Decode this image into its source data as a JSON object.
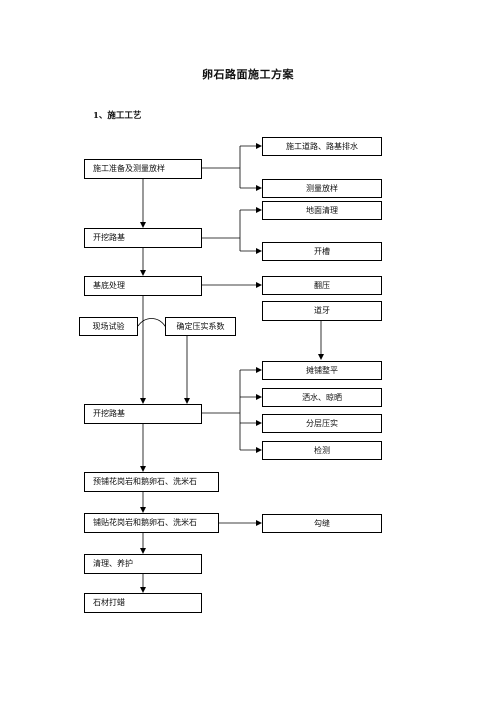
{
  "title": "卵石路面施工方案",
  "section": "1、施工工艺",
  "left_column": {
    "prep": "施工准备及测量放样",
    "excavate1": "开挖路基",
    "base": "基底处理",
    "site_test": "现场试验",
    "coef": "确定压实系数",
    "excavate2": "开挖路基",
    "pre_lay": "预铺花岗岩和鹅卵石、洗米石",
    "lay": "铺贴花岗岩和鹅卵石、洗米石",
    "clean": "清理、养护",
    "wax": "石材打蜡"
  },
  "right_column": {
    "drain": "施工道路、路基排水",
    "survey": "测量放样",
    "clear": "地面清理",
    "trench": "开槽",
    "roll": "翻压",
    "curb": "道牙",
    "spread": "摊铺整平",
    "water": "洒水、晾晒",
    "compact": "分层压实",
    "inspect": "检测",
    "joint": "勾缝"
  }
}
